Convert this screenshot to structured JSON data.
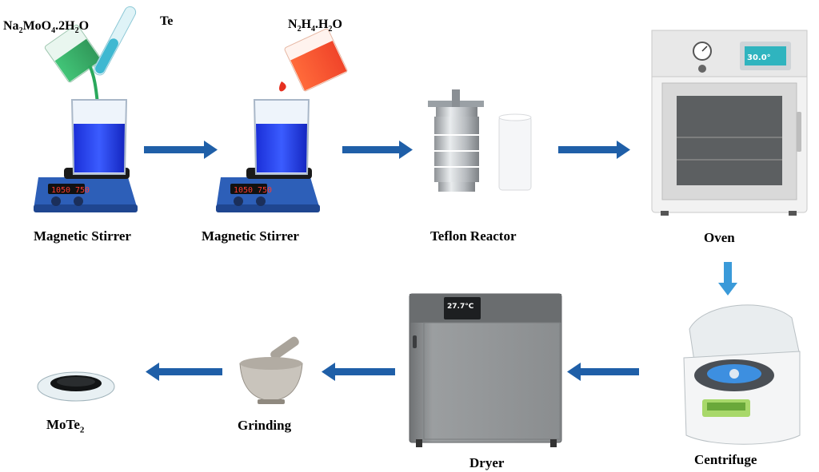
{
  "reagents": {
    "salt": {
      "base": "Na",
      "parts": [
        {
          "t": "Na",
          "s": "2"
        },
        {
          "t": "MoO",
          "s": "4"
        },
        {
          "t": ".2H",
          "s": "2"
        },
        {
          "t": "O",
          "s": ""
        }
      ]
    },
    "te": "Te",
    "hydrazine": {
      "parts": [
        {
          "t": "N",
          "s": "2"
        },
        {
          "t": "H",
          "s": "4"
        },
        {
          "t": ".H",
          "s": "2"
        },
        {
          "t": "O",
          "s": ""
        }
      ]
    }
  },
  "steps": {
    "stirrer1": "Magnetic Stirrer",
    "stirrer2": "Magnetic Stirrer",
    "reactor": "Teflon Reactor",
    "oven": "Oven",
    "centrifuge": "Centrifuge",
    "dryer": "Dryer",
    "grinding": "Grinding",
    "product": {
      "parts": [
        {
          "t": "MoTe",
          "s": "2"
        }
      ]
    }
  },
  "displays": {
    "stirrer_left": "1050",
    "stirrer_right": "750",
    "oven_temp": "30.0°",
    "dryer_temp": "27.7°C"
  },
  "colors": {
    "arrow": "#1f5fa8",
    "arrow_down": "#3a9ad9",
    "beaker_liquid": "#1e3cf0",
    "stirrer_body": "#2d5fb8",
    "steel": "#c4c8cc",
    "oven_body": "#f2f2f2",
    "dryer_body": "#8f9294"
  }
}
